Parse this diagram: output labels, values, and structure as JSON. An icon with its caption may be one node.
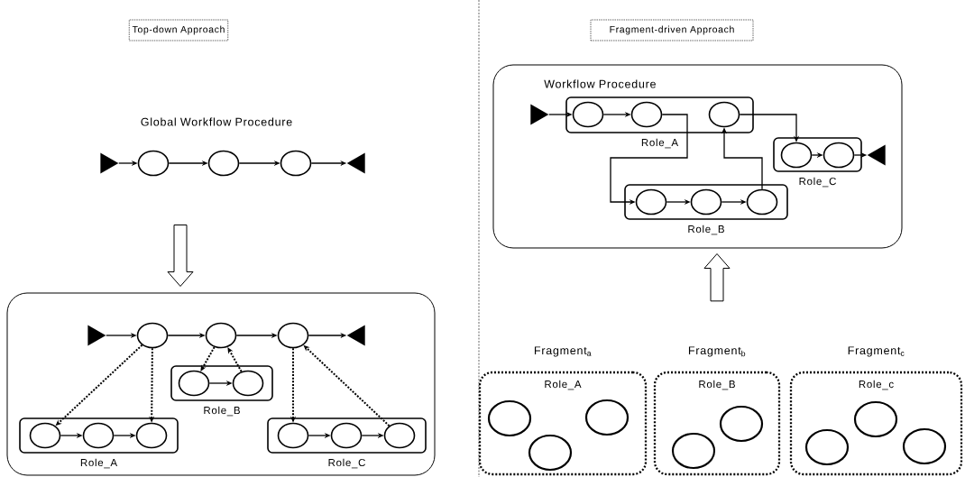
{
  "diagram": {
    "nodes": [
      {
        "text": [
          "Top-down Approach"
        ]
      },
      {
        "text": [
          "Fragment-driven Approach"
        ]
      },
      {
        "text": [],
        "shape": "triangle"
      },
      {
        "text": [],
        "shape": "circle"
      },
      {
        "text": [],
        "shape": "circle"
      },
      {
        "text": [],
        "shape": "circle"
      },
      {
        "text": [],
        "shape": "triangle"
      },
      {
        "text": [],
        "shape": "box"
      },
      {
        "text": [],
        "shape": "triangle",
        "in": 7
      },
      {
        "text": [],
        "shape": "circle",
        "in": 7
      },
      {
        "text": [],
        "shape": "circle",
        "in": 7
      },
      {
        "text": [],
        "shape": "circle",
        "in": 7
      },
      {
        "text": [],
        "shape": "triangle",
        "in": 7
      },
      {
        "text": [
          "Role_B"
        ],
        "in": 7
      },
      {
        "text": [],
        "shape": "circle",
        "in": 13
      },
      {
        "text": [],
        "shape": "circle",
        "in": 13
      },
      {
        "text": [
          "Role_A"
        ],
        "in": 7
      },
      {
        "text": [],
        "shape": "circle",
        "in": 16
      },
      {
        "text": [],
        "shape": "circle",
        "in": 16
      },
      {
        "text": [],
        "shape": "circle",
        "in": 16
      },
      {
        "text": [
          "Role_C"
        ],
        "in": 7
      },
      {
        "text": [],
        "shape": "circle",
        "in": 20
      },
      {
        "text": [],
        "shape": "circle",
        "in": 20
      },
      {
        "text": [],
        "shape": "circle",
        "in": 20
      },
      {
        "text": [
          "Workflow Procedure"
        ]
      },
      {
        "text": [],
        "shape": "triangle",
        "in": 24
      },
      {
        "text": [
          "Role_A"
        ],
        "in": 24
      },
      {
        "text": [],
        "shape": "circle",
        "in": 26
      },
      {
        "text": [],
        "shape": "circle",
        "in": 26
      },
      {
        "text": [],
        "shape": "circle",
        "in": 26
      },
      {
        "text": [
          "Role_C"
        ],
        "in": 24
      },
      {
        "text": [],
        "shape": "circle",
        "in": 30
      },
      {
        "text": [],
        "shape": "circle",
        "in": 30
      },
      {
        "text": [],
        "shape": "triangle",
        "in": 24
      },
      {
        "text": [
          "Role_B"
        ],
        "in": 24
      },
      {
        "text": [],
        "shape": "circle",
        "in": 34
      },
      {
        "text": [],
        "shape": "circle",
        "in": 34
      },
      {
        "text": [],
        "shape": "circle",
        "in": 34
      },
      {
        "text": [
          "Fragment$_{a}$",
          "Role_A"
        ]
      },
      {
        "text": [],
        "shape": "circle",
        "in": 38
      },
      {
        "text": [],
        "shape": "circle",
        "in": 38
      },
      {
        "text": [],
        "shape": "circle",
        "in": 38
      },
      {
        "text": [
          "Fragment$_{b}$",
          "Role_B"
        ]
      },
      {
        "text": [],
        "shape": "circle",
        "in": 42
      },
      {
        "text": [],
        "shape": "circle",
        "in": 42
      },
      {
        "text": [
          "Fragment$_{c}$",
          "Role_c"
        ]
      },
      {
        "text": [],
        "shape": "circle",
        "in": 45
      },
      {
        "text": [],
        "shape": "circle",
        "in": 45
      },
      {
        "text": [],
        "shape": "circle",
        "in": 45
      }
    ],
    "edges": [
      {
        "from": 2,
        "to": 3,
        "arrow": "to"
      },
      {
        "from": 3,
        "to": 4,
        "arrow": "to"
      },
      {
        "from": 4,
        "to": 5,
        "arrow": "to"
      },
      {
        "from": 5,
        "to": 6,
        "arrow": "to"
      },
      {
        "from": null,
        "to": 7,
        "arrow": "to",
        "style": "thick"
      },
      {
        "from": 8,
        "to": 9,
        "arrow": "to"
      },
      {
        "from": 9,
        "to": 10,
        "arrow": "to"
      },
      {
        "from": 10,
        "to": 11,
        "arrow": "to"
      },
      {
        "from": 11,
        "to": 12,
        "arrow": "to"
      },
      {
        "from": 14,
        "to": 15,
        "arrow": "to"
      },
      {
        "from": 17,
        "to": 18,
        "arrow": "to"
      },
      {
        "from": 18,
        "to": 19,
        "arrow": "to"
      },
      {
        "from": 21,
        "to": 22,
        "arrow": "to"
      },
      {
        "from": 22,
        "to": 23,
        "arrow": "to"
      },
      {
        "from": 9,
        "to": 17,
        "arrow": "to",
        "style": "dashed"
      },
      {
        "from": 9,
        "to": 19,
        "arrow": "to",
        "style": "dashed"
      },
      {
        "from": 10,
        "to": 14,
        "arrow": "to",
        "style": "dashed"
      },
      {
        "from": 15,
        "to": 10,
        "arrow": "to",
        "style": "dashed"
      },
      {
        "from": 11,
        "to": 21,
        "arrow": "to",
        "style": "dashed"
      },
      {
        "from": 23,
        "to": 11,
        "arrow": "to",
        "style": "dashed"
      },
      {
        "from": 25,
        "to": 27,
        "arrow": "to"
      },
      {
        "from": 27,
        "to": 28,
        "arrow": "to"
      },
      {
        "from": 28,
        "to": 35,
        "arrow": "to"
      },
      {
        "from": 35,
        "to": 36,
        "arrow": "to"
      },
      {
        "from": 36,
        "to": 37,
        "arrow": "to"
      },
      {
        "from": 37,
        "to": 29,
        "arrow": "to"
      },
      {
        "from": 29,
        "to": 31,
        "arrow": "to"
      },
      {
        "from": 31,
        "to": 32,
        "arrow": "to"
      },
      {
        "from": 32,
        "to": 33,
        "arrow": "to"
      },
      {
        "from": 42,
        "to": 24,
        "arrow": "to",
        "style": "thick"
      }
    ],
    "labels": [
      "Global Workflow Procedure"
    ]
  }
}
